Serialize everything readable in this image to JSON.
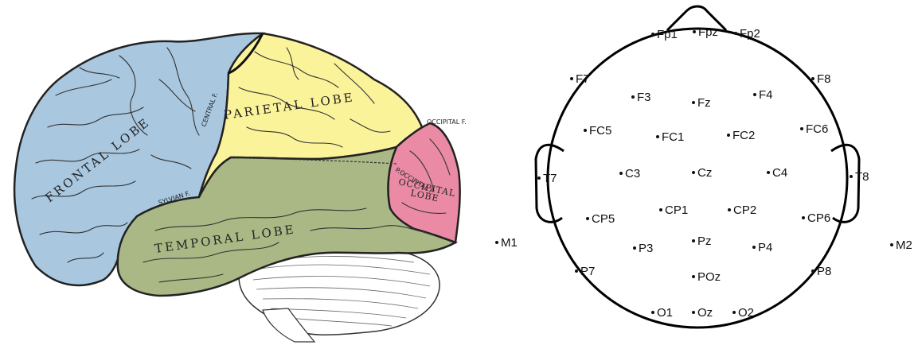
{
  "brain": {
    "frontal": "FRONTAL LOBE",
    "parietal": "PARIETAL LOBE",
    "temporal": "TEMPORAL LOBE",
    "occipital_1": "OCCIPITAL",
    "occipital_2": "LOBE",
    "central_fissure": "CENTRAL F.",
    "sylvian_fissure": "SYLVIAN F.",
    "occipital_fissure": "OCCIPITAL F.",
    "parieto_occipital_fissure": "P.OCCIPITAL F.",
    "colors": {
      "frontal": "#a9c7df",
      "parietal": "#fbf39a",
      "temporal": "#a9b884",
      "occipital": "#ea8aa5"
    }
  },
  "eeg": {
    "electrodes": [
      "Fp1",
      "Fpz",
      "Fp2",
      "F7",
      "F3",
      "Fz",
      "F4",
      "F8",
      "FC5",
      "FC1",
      "FC2",
      "FC6",
      "T7",
      "C3",
      "Cz",
      "C4",
      "T8",
      "CP5",
      "CP1",
      "CP2",
      "CP6",
      "M1",
      "P3",
      "Pz",
      "P4",
      "M2",
      "P7",
      "P8",
      "POz",
      "O1",
      "Oz",
      "O2"
    ]
  }
}
